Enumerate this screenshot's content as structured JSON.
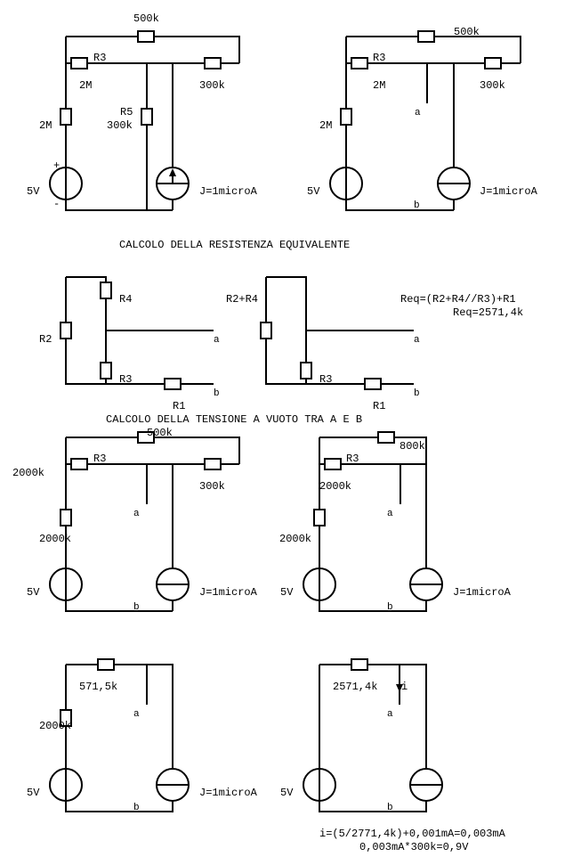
{
  "colors": {
    "stroke": "#000000",
    "background": "#ffffff"
  },
  "headings": {
    "req": "CALCOLO DELLA RESISTENZA EQUIVALENTE",
    "vab": "CALCOLO DELLA TENSIONE A VUOTO TRA A E B"
  },
  "c1": {
    "r_top": "500k",
    "r3": "R3",
    "r3_val": "2M",
    "r_right": "300k",
    "r_left": "2M",
    "r5": "R5",
    "r5_val": "300k",
    "v_label": "5V",
    "plus": "+",
    "minus": "-",
    "j_label": "J=1microA"
  },
  "c2": {
    "r_top": "500k",
    "r3": "R3",
    "r3_val": "2M",
    "r_right": "300k",
    "r_left": "2M",
    "node_a": "a",
    "node_b": "b",
    "v_label": "5V",
    "j_label": "J=1microA"
  },
  "c3": {
    "r4": "R4",
    "r2": "R2",
    "r3": "R3",
    "r1": "R1",
    "node_a": "a",
    "node_b": "b"
  },
  "c4": {
    "r24": "R2+R4",
    "r3": "R3",
    "r1": "R1",
    "node_a": "a",
    "node_b": "b"
  },
  "formula": {
    "line1": "Req=(R2+R4//R3)+R1",
    "line2": "Req=2571,4k"
  },
  "c5": {
    "r_top": "500k",
    "r3": "R3",
    "r3_val": "2000k",
    "r_right": "300k",
    "r_left": "2000k",
    "node_a": "a",
    "node_b": "b",
    "v_label": "5V",
    "j_label": "J=1microA"
  },
  "c6": {
    "r_top": "800k",
    "r3": "R3",
    "r3_val": "2000k",
    "r_left": "2000k",
    "node_a": "a",
    "node_b": "b",
    "v_label": "5V",
    "j_label": "J=1microA"
  },
  "c7": {
    "r_top": "571,5k",
    "r_left": "2000k",
    "node_a": "a",
    "node_b": "b",
    "v_label": "5V",
    "j_label": "J=1microA"
  },
  "c8": {
    "r_top": "2571,4k",
    "current": "i",
    "node_a": "a",
    "node_b": "b",
    "v_label": "5V"
  },
  "result": {
    "line1": "i=(5/2771,4k)+0,001mA=0,003mA",
    "line2": "0,003mA*300k=0,9V"
  }
}
